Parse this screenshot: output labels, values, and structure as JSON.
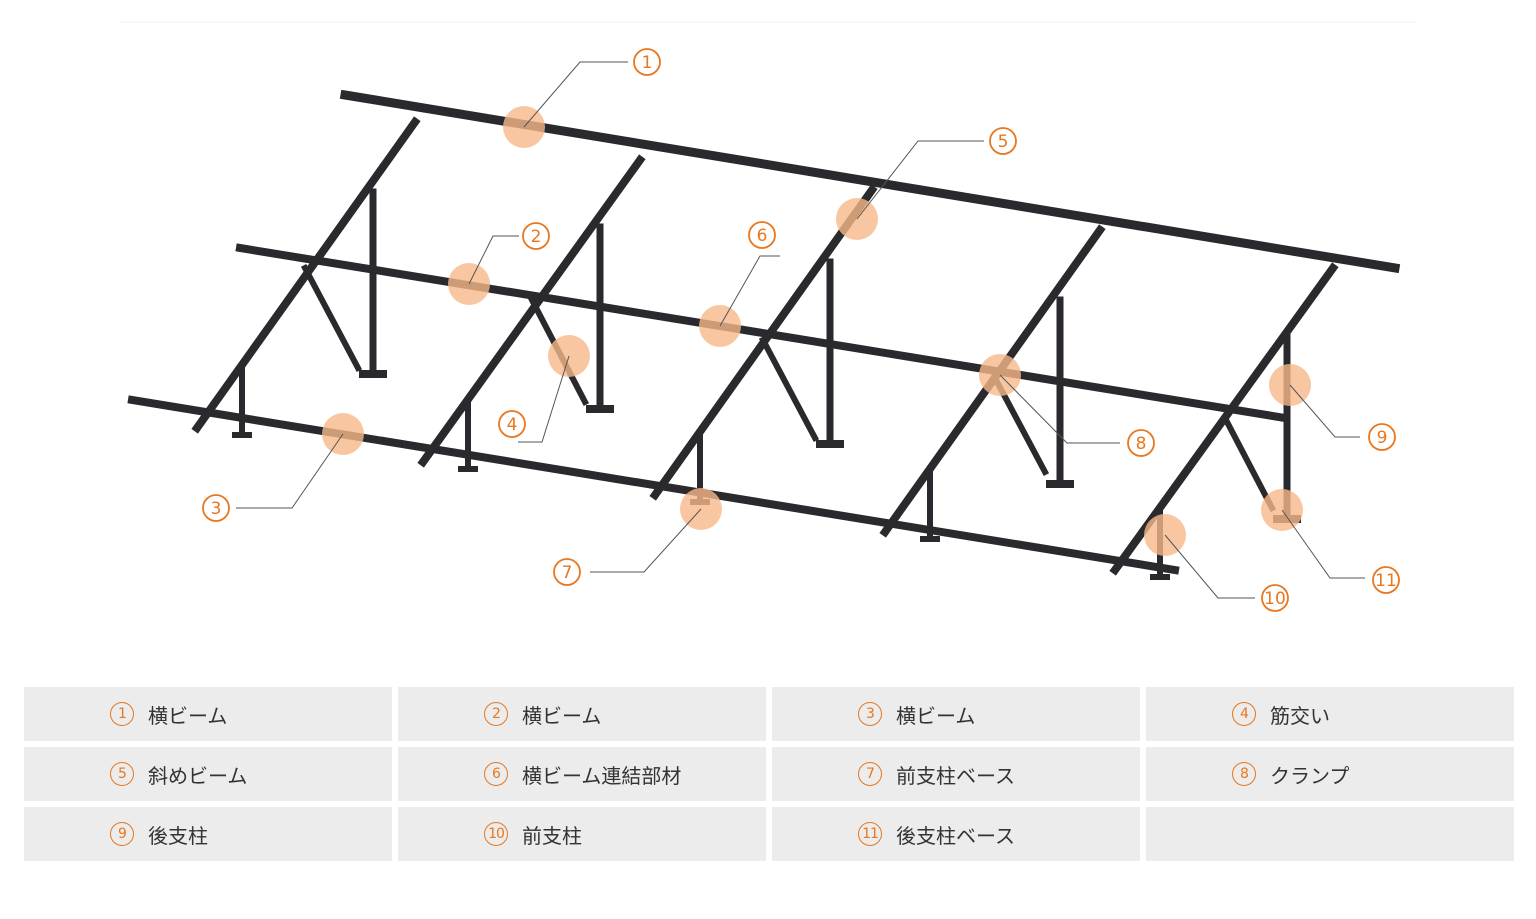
{
  "colors": {
    "accent": "#e8771f",
    "highlight": "#f6b98a",
    "frame": "#2a2a2e",
    "legend_bg": "#ebeceb",
    "legend_text": "#333333"
  },
  "callouts": [
    {
      "num": "1",
      "label": "横ビーム"
    },
    {
      "num": "2",
      "label": "横ビーム"
    },
    {
      "num": "3",
      "label": "横ビーム"
    },
    {
      "num": "4",
      "label": "筋交い"
    },
    {
      "num": "5",
      "label": "斜めビーム"
    },
    {
      "num": "6",
      "label": "横ビーム連結部材"
    },
    {
      "num": "7",
      "label": "前支柱ベース"
    },
    {
      "num": "8",
      "label": "クランプ"
    },
    {
      "num": "9",
      "label": "後支柱"
    },
    {
      "num": "10",
      "label": "前支柱"
    },
    {
      "num": "11",
      "label": "後支柱ベース"
    }
  ]
}
